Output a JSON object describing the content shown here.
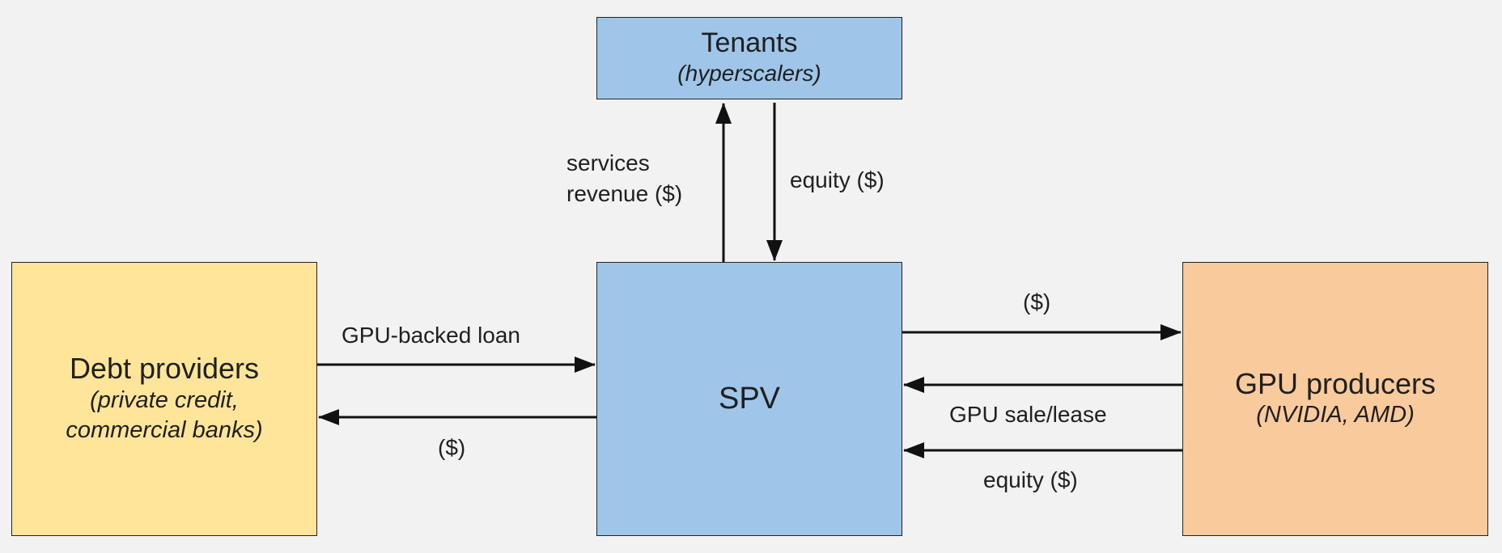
{
  "nodes": {
    "tenants": {
      "title": "Tenants",
      "subtitle": "(hyperscalers)"
    },
    "debt": {
      "title": "Debt providers",
      "subtitle_line1": "(private credit,",
      "subtitle_line2": "commercial banks)"
    },
    "spv": {
      "title": "SPV"
    },
    "gpu": {
      "title": "GPU producers",
      "subtitle": "(NVIDIA, AMD)"
    }
  },
  "edges": {
    "services_revenue_line1": "services",
    "services_revenue_line2": "revenue ($)",
    "tenants_equity": "equity ($)",
    "gpu_backed_loan": "GPU-backed loan",
    "debt_repayment": "($)",
    "spv_payment": "($)",
    "gpu_sale_lease": "GPU sale/lease",
    "gpu_equity": "equity ($)"
  }
}
